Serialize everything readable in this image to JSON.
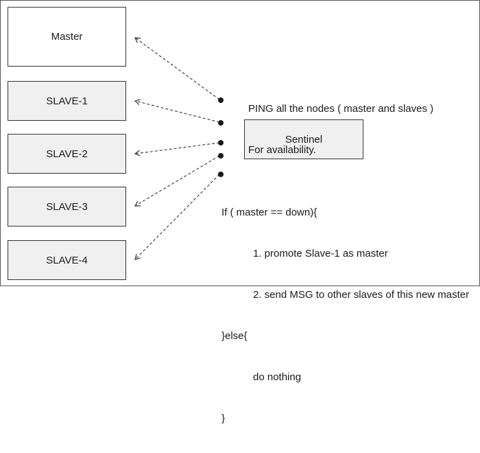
{
  "diagram": {
    "nodes": {
      "master": "Master",
      "slave1": "SLAVE-1",
      "slave2": "SLAVE-2",
      "slave3": "SLAVE-3",
      "slave4": "SLAVE-4",
      "sentinel": "Sentinel"
    },
    "note": {
      "line1": "PING all the nodes ( master and slaves )",
      "line2": "For availability."
    },
    "code": {
      "line1": "If ( master == down){",
      "line2": "1. promote Slave-1 as master",
      "line3": "2. send MSG to other slaves of this new master",
      "line4": "}else{",
      "line5": "do nothing",
      "line6": "}"
    },
    "style": {
      "line_color": "#333333",
      "box_fill": "#f0f0f0"
    }
  }
}
